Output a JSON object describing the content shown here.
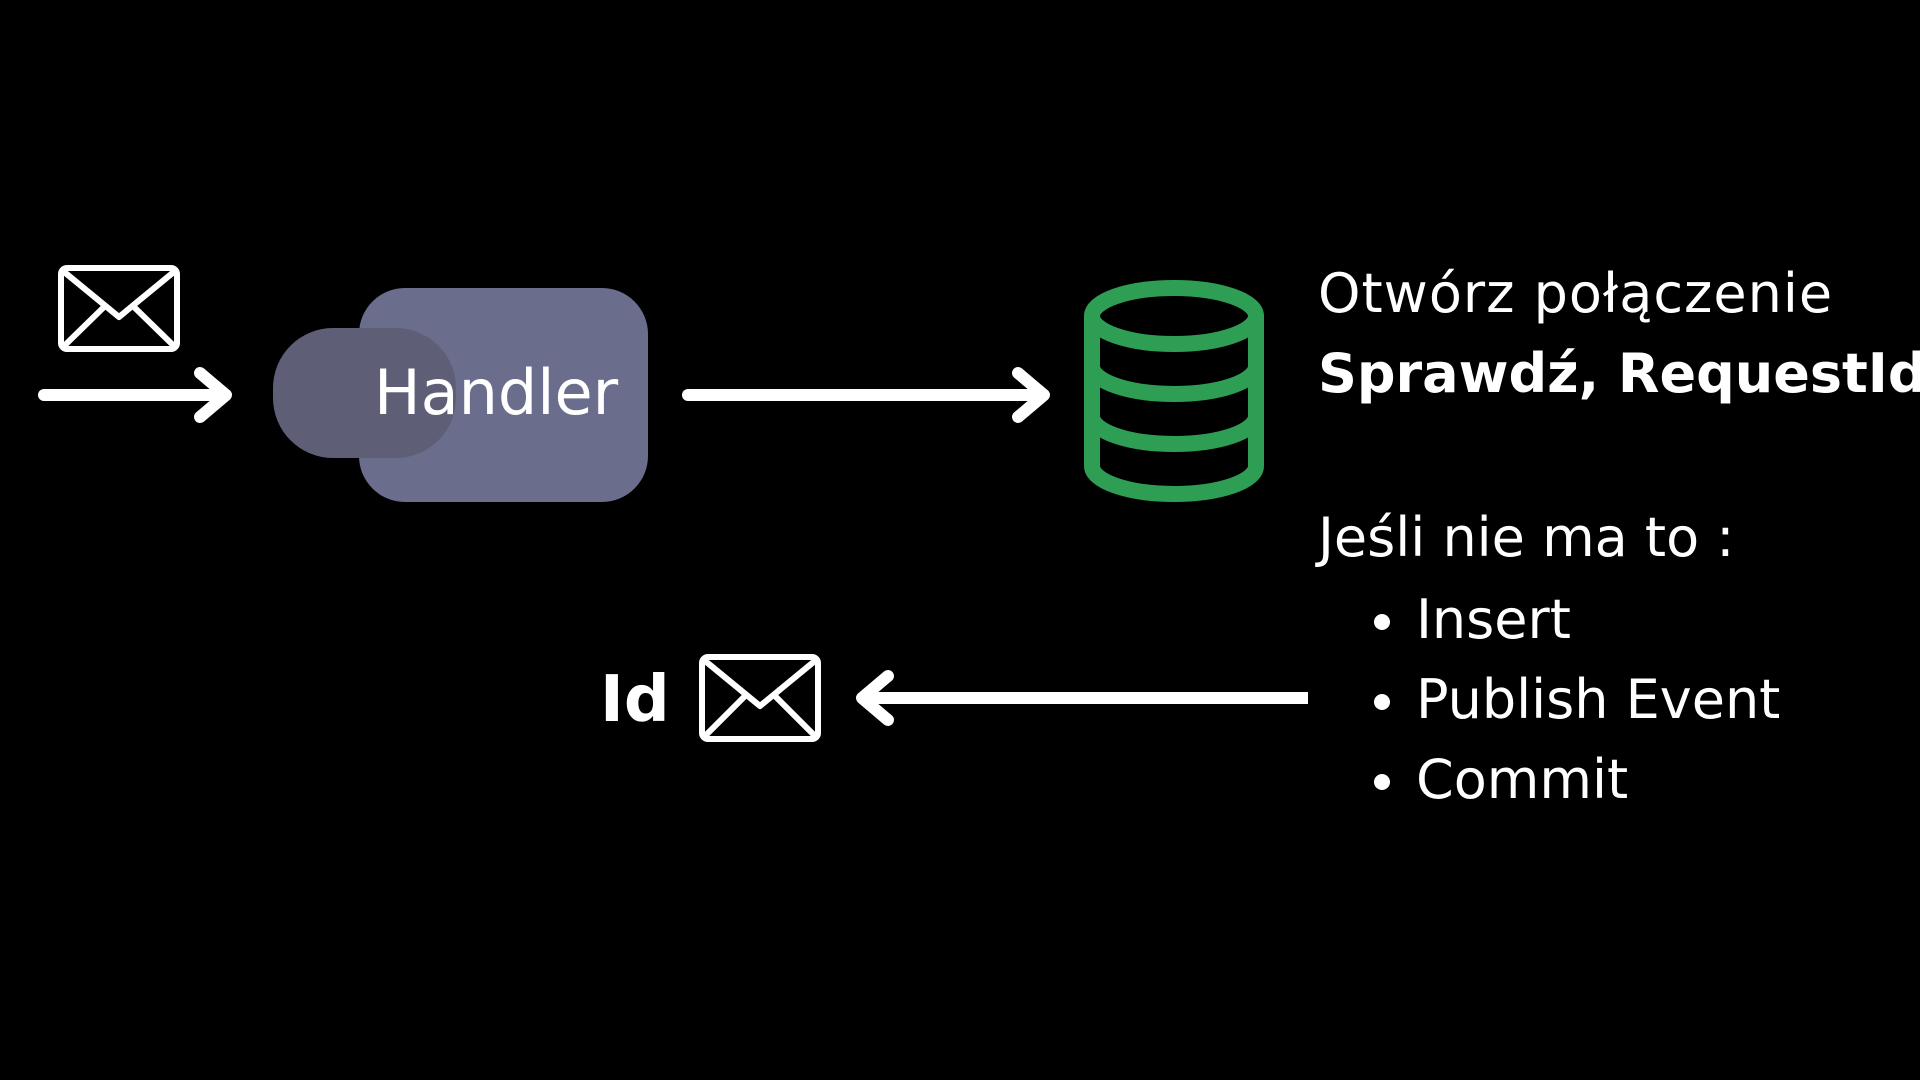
{
  "diagram": {
    "handler": {
      "label": "Handler"
    },
    "database": {
      "icon": "database-icon",
      "color": "#2e9e55"
    },
    "info": {
      "line1": "Otwórz połączenie",
      "line2": "Sprawdź, RequestId",
      "line3": "Jeśli nie ma to :",
      "steps": [
        "Insert",
        "Publish Event",
        "Commit"
      ]
    },
    "response": {
      "label": "Id"
    },
    "colors": {
      "background": "#000000",
      "handler_back": "#6b6d8c",
      "handler_front": "#5e5f77",
      "text": "#ffffff",
      "database": "#2e9e55"
    }
  }
}
